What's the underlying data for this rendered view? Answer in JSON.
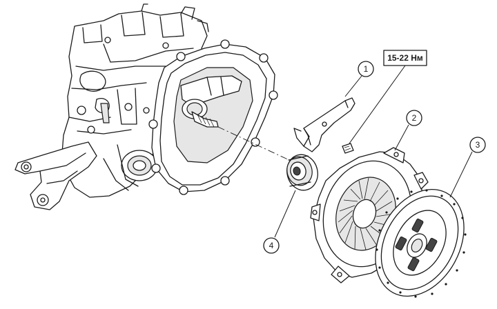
{
  "torque_spec": "15-22 Нм",
  "callouts": [
    {
      "id": "callout-1",
      "label": "1"
    },
    {
      "id": "callout-2",
      "label": "2"
    },
    {
      "id": "callout-3",
      "label": "3"
    },
    {
      "id": "callout-4",
      "label": "4"
    }
  ],
  "colors": {
    "line": "#1a1a1a",
    "background": "#ffffff",
    "shade": "#e6e6e6"
  }
}
